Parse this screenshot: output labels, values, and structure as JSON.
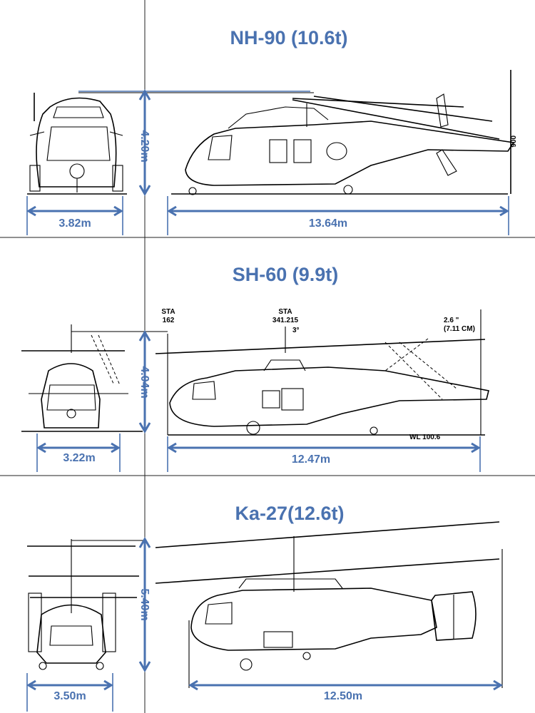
{
  "panels": [
    {
      "title": "NH-90 (10.6t)",
      "height": "4.20m",
      "width": "3.82m",
      "length": "13.64m"
    },
    {
      "title": "SH-60 (9.9t)",
      "height": "4.04m",
      "width": "3.22m",
      "length": "12.47m",
      "notes": {
        "sta1": "STA",
        "sta1_value": "162",
        "sta2": "STA",
        "sta2_value": "341.215",
        "angle": "3°",
        "clearance": "2.6 \"",
        "clearance_cm": "(7.11 CM)",
        "wl": "WL 100.6"
      }
    },
    {
      "title": "Ka-27(12.6t)",
      "height": "5.40m",
      "width": "3.50m",
      "length": "12.50m"
    }
  ],
  "colors": {
    "accent": "#4a72b0",
    "line": "#000000",
    "background": "#ffffff"
  }
}
